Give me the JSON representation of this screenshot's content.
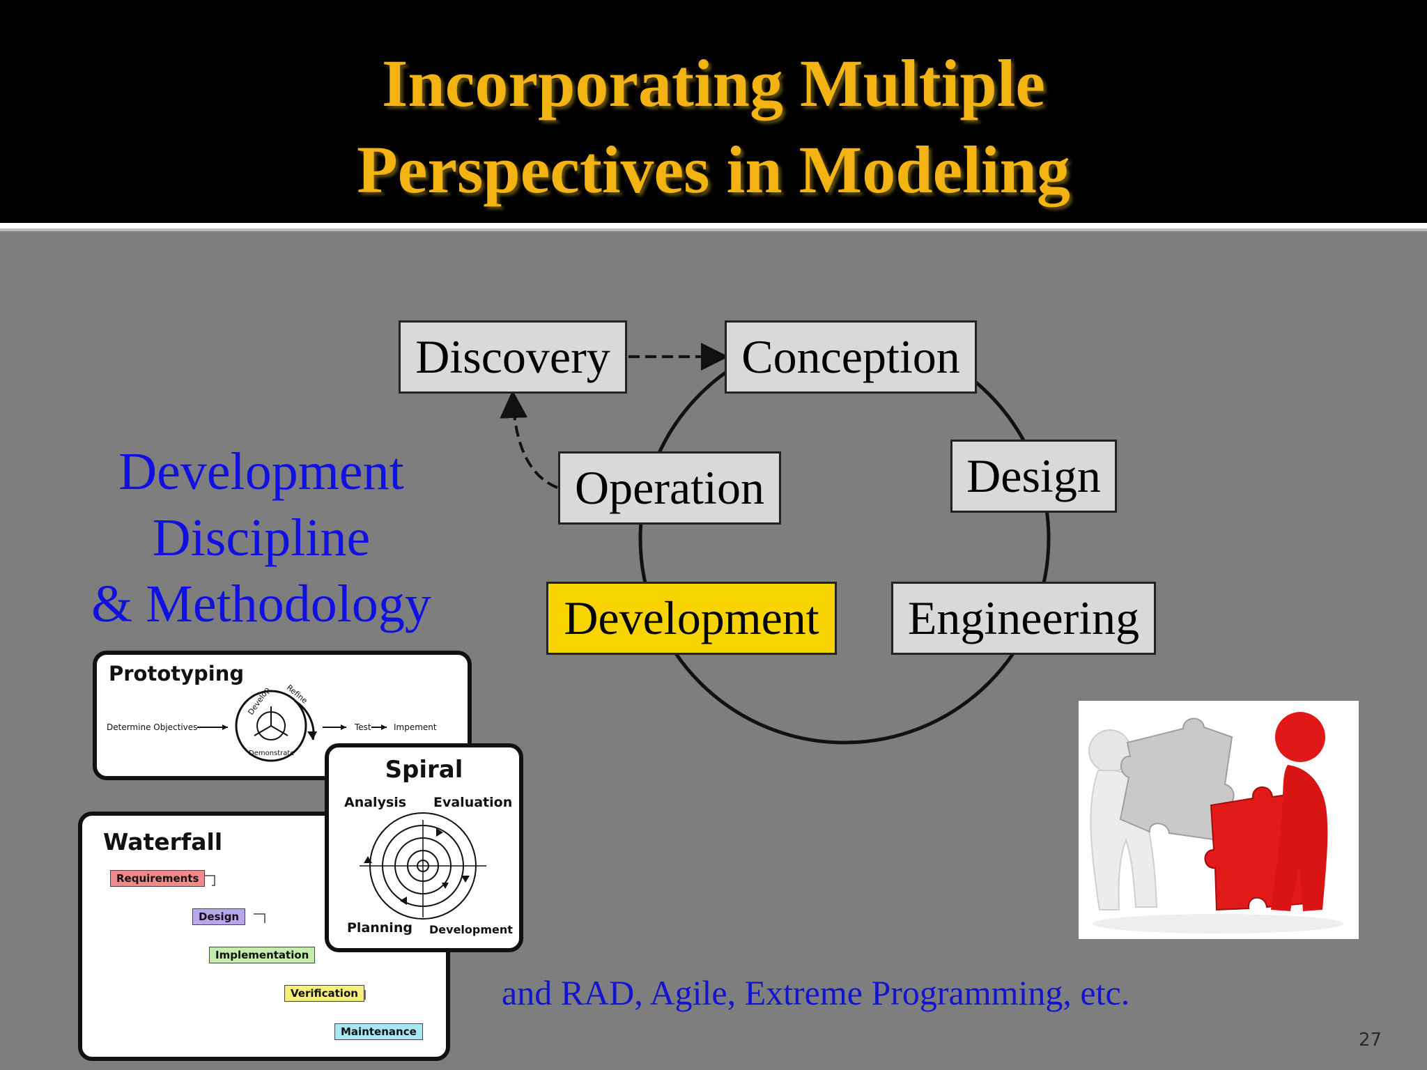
{
  "slide": {
    "title_line1": "Incorporating Multiple",
    "title_line2": "Perspectives in Modeling",
    "page_number": "27",
    "colors": {
      "title": "#f2b313",
      "background": "#7f7e7f",
      "highlight": "#f7d400",
      "blue_text": "#1010e0"
    }
  },
  "cycle": {
    "discovery": "Discovery",
    "conception": "Conception",
    "design": "Design",
    "engineering": "Engineering",
    "development": "Development",
    "operation": "Operation"
  },
  "methodology": {
    "line1": "Development",
    "line2": "Discipline",
    "line3": "& Methodology",
    "also": "and RAD, Agile, Extreme Programming, etc."
  },
  "prototyping": {
    "title": "Prototyping",
    "determine": "Determine Objectives",
    "test": "Test",
    "implement": "Impement",
    "develop": "Develop",
    "refine": "Refine",
    "demonstrate": "Demonstrate"
  },
  "spiral": {
    "title": "Spiral",
    "analysis": "Analysis",
    "evaluation": "Evaluation",
    "planning": "Planning",
    "development": "Development"
  },
  "waterfall": {
    "title": "Waterfall",
    "steps": [
      "Requirements",
      "Design",
      "Implementation",
      "Verification",
      "Maintenance"
    ]
  },
  "image": {
    "icon": "puzzle-people-icon"
  }
}
